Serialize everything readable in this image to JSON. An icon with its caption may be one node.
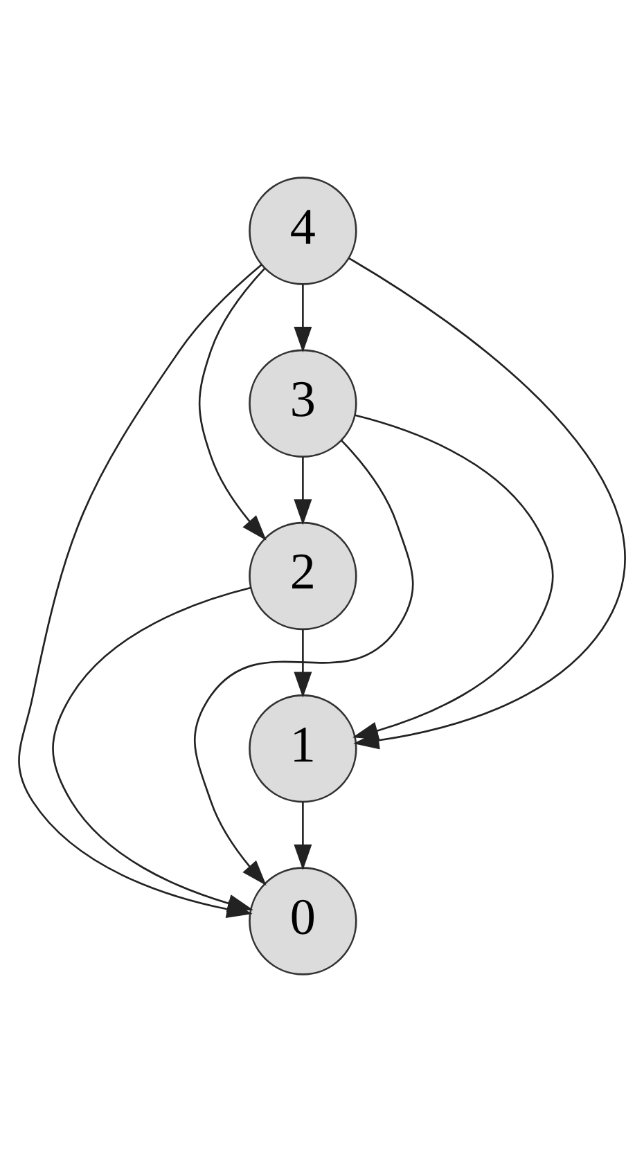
{
  "diagram": {
    "nodes": [
      {
        "text": [
          "4"
        ]
      },
      {
        "text": [
          "3"
        ]
      },
      {
        "text": [
          "2"
        ]
      },
      {
        "text": [
          "1"
        ]
      },
      {
        "text": [
          "0"
        ]
      }
    ],
    "edges": [
      {
        "from": 0,
        "to": 1,
        "arrow": "to"
      },
      {
        "from": 0,
        "to": 2,
        "arrow": "to"
      },
      {
        "from": 0,
        "to": 3,
        "arrow": "to"
      },
      {
        "from": 0,
        "to": 4,
        "arrow": "to"
      },
      {
        "from": 1,
        "to": 2,
        "arrow": "to"
      },
      {
        "from": 1,
        "to": 3,
        "arrow": "to"
      },
      {
        "from": 1,
        "to": 4,
        "arrow": "to"
      },
      {
        "from": 2,
        "to": 3,
        "arrow": "to"
      },
      {
        "from": 2,
        "to": 4,
        "arrow": "to"
      },
      {
        "from": 3,
        "to": 4,
        "arrow": "to"
      }
    ]
  }
}
